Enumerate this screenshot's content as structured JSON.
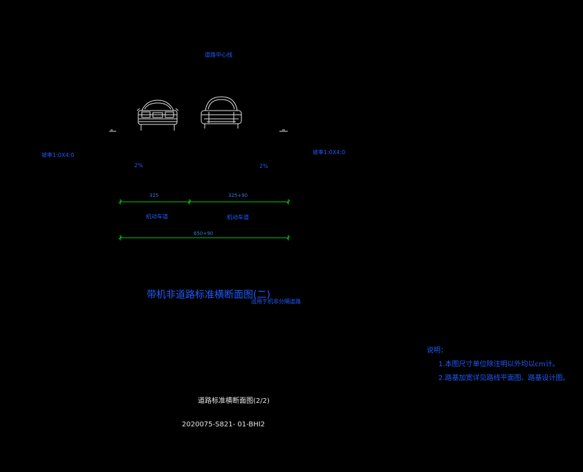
{
  "drawing": {
    "centerline_label": "道路中心线",
    "left_slope_label": "坡率1:0X4:0",
    "right_slope_label": "坡率1:0X4:0",
    "left_crossfall": "2%",
    "right_crossfall": "2%",
    "dim_left": "325",
    "dim_right": "325+90",
    "lane_left": "机动车道",
    "lane_right": "机动车道",
    "dim_total": "650+90",
    "section_title": "带机非道路标准横断面图(二)",
    "applicability": "适用于机非分隔道路",
    "notes_heading": "说明：",
    "note_1": "1.本图尺寸单位除注明以外均以cm计。",
    "note_2": "2.路基加宽详见路线平面图、路基设计图。",
    "sheet_title": "道路标准横断面图(2/2)",
    "drawing_number": "2020075-S821-  01-BHI2"
  },
  "colors": {
    "background": "#000000",
    "text_blue": "#1e5cff",
    "dimension_green": "#00d000",
    "line_white": "#e6e6e6"
  }
}
